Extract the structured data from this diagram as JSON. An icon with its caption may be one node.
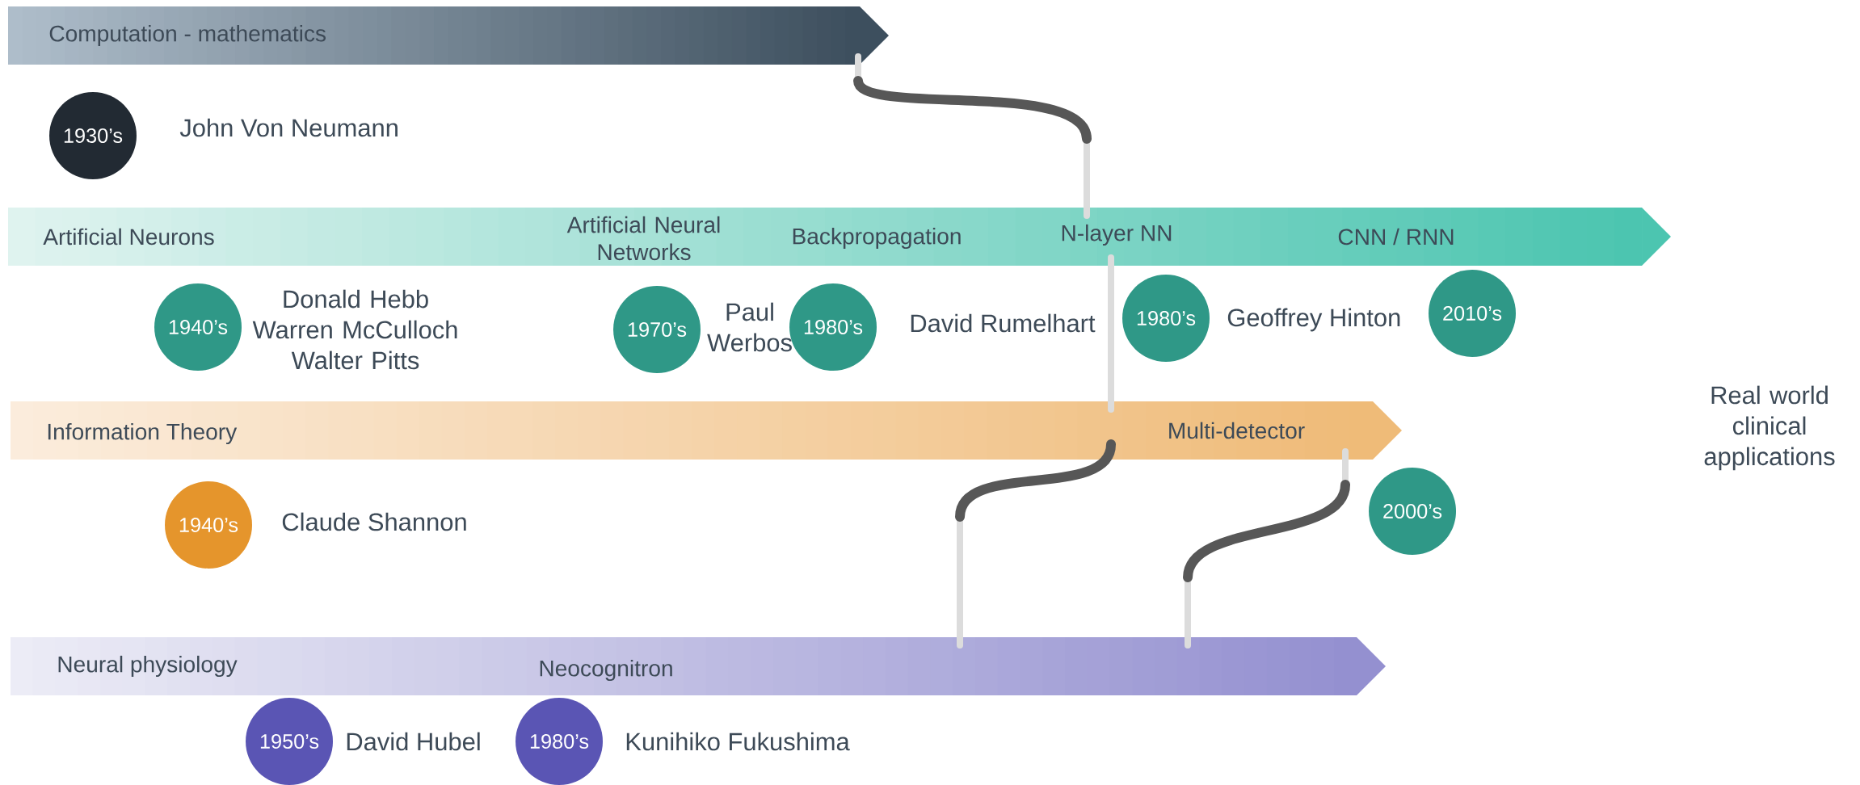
{
  "diagram": {
    "nodes": [
      {
        "text": [
          "Computation - mathematics"
        ]
      },
      {
        "text": [
          "1930’s"
        ],
        "beside": [
          "John Von Neumann"
        ]
      },
      {
        "text": [
          "Artificial Neurons",
          "Artificial Neural Networks",
          "Backpropagation",
          "N-layer NN",
          "CNN / RNN"
        ]
      },
      {
        "text": [
          "1940’s"
        ],
        "beside": [
          "Donald Hebb Warren McCulloch Walter Pitts"
        ]
      },
      {
        "text": [
          "1970’s"
        ],
        "beside": [
          "Paul Werbos"
        ]
      },
      {
        "text": [
          "1980’s"
        ],
        "beside": [
          "David Rumelhart"
        ]
      },
      {
        "text": [
          "1980’s"
        ],
        "beside": [
          "Geoffrey Hinton"
        ]
      },
      {
        "text": [
          "2010’s"
        ]
      },
      {
        "text": [
          "Information Theory",
          "Multi-detector"
        ]
      },
      {
        "text": [
          "1940’s"
        ],
        "beside": [
          "Claude Shannon"
        ]
      },
      {
        "text": [
          "2000’s"
        ]
      },
      {
        "text": [
          "Neural physiology",
          "Neocognitron"
        ]
      },
      {
        "text": [
          "1950’s"
        ],
        "beside": [
          "David Hubel"
        ]
      },
      {
        "text": [
          "1980’s"
        ],
        "beside": [
          "Kunihiko Fukushima"
        ]
      }
    ],
    "edges": [
      {
        "from": 0,
        "to": 2,
        "arrow": "none"
      },
      {
        "from": 2,
        "to": 8,
        "arrow": "none"
      },
      {
        "from": 8,
        "to": 11,
        "arrow": "none"
      },
      {
        "from": 8,
        "to": 11,
        "arrow": "none"
      }
    ],
    "labels": [
      "Real world clinical applications"
    ]
  }
}
